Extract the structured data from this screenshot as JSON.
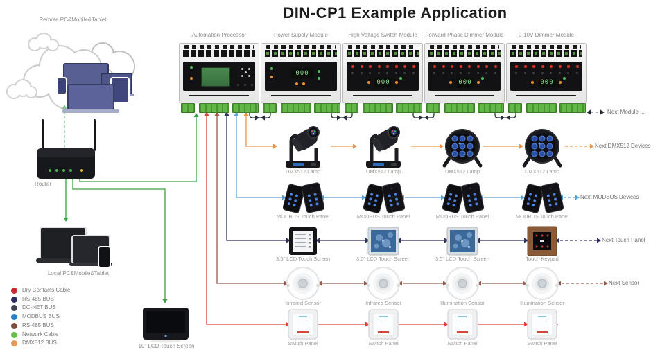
{
  "title": "DIN-CP1 Example Application",
  "remote_group": {
    "label": "Remote PC&Mobile&Tablet"
  },
  "router": {
    "label": "Router"
  },
  "local_group": {
    "label": "Local PC&Mobile&Tablet"
  },
  "screen10": {
    "label": "10\" LCD Touch Screen"
  },
  "modules": [
    {
      "label": "Automation Processor"
    },
    {
      "label": "Power Supply Module",
      "display": "000"
    },
    {
      "label": "High Voltage Switch Module",
      "display": "000"
    },
    {
      "label": "Forward Phase Dimmer Module",
      "display": "000"
    },
    {
      "label": "0-10V Dimmer Module",
      "display": "000"
    }
  ],
  "next_module_label": "Next Module ...",
  "rows": {
    "dmx": {
      "devices": [
        "DMX512 Lamp",
        "DMX512 Lamp",
        "DMX512 Lamp",
        "DMX512 Lamp"
      ],
      "next": "Next DMX512 Devices"
    },
    "modbus": {
      "devices": [
        "MODBUS Touch Panel",
        "MODBUS Touch Panel",
        "MODBUS Touch Panel",
        "MODBUS Touch Panel"
      ],
      "next": "Next MODBUS Devices"
    },
    "touch": {
      "devices": [
        "3.5\" LCD Touch Screen",
        "3.5\" LCD Touch Screen",
        "3.5\" LCD Touch Screen",
        "Touch Keypad"
      ],
      "next": "Next Touch Panel"
    },
    "sensor": {
      "devices": [
        "Infrared Sensor",
        "Infrared Sensor",
        "Illumination Sensor",
        "Illumination Sensor"
      ],
      "next": "Next Sensor"
    },
    "switch": {
      "devices": [
        "Switch Panel",
        "Switch Panel",
        "Switch Panel",
        "Switch Panel"
      ]
    }
  },
  "legend": [
    {
      "label": "Dry Contacts Cable",
      "color": "#c9292e"
    },
    {
      "label": "RS-485 BUS",
      "color": "#2e3063"
    },
    {
      "label": "DC-NET BUS",
      "color": "#3f4453"
    },
    {
      "label": "MODBUS BUS",
      "color": "#2d7fc2"
    },
    {
      "label": "RS-485 BUS",
      "color": "#7d4e3f"
    },
    {
      "label": "Network Cable",
      "color": "#66bd4e"
    },
    {
      "label": "DMX512 BUS",
      "color": "#e39a5a"
    }
  ],
  "colors": {
    "dry_contacts": "#d9443b",
    "rs485_navy": "#2e2f5e",
    "dcnet": "#262b3a",
    "modbus": "#5ba3d9",
    "rs485_brown": "#9b5a4c",
    "network": "#3f9e47",
    "network_dash": "#86c497",
    "dmx512": "#e5954e",
    "next_dash": "#7a7f8a"
  }
}
